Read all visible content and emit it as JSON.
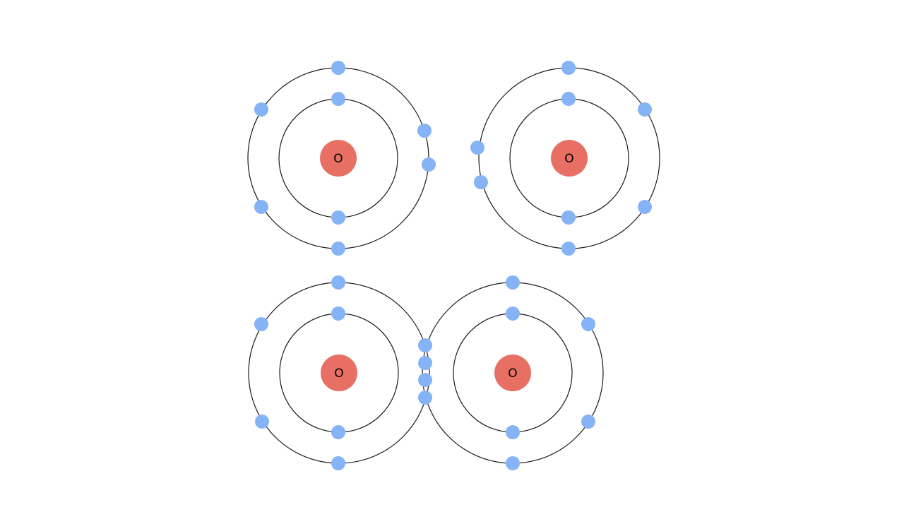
{
  "diagram": {
    "colors": {
      "background": "#ffffff",
      "shell": "#1a1a1a",
      "nucleus": "#e86f63",
      "electron": "#86b3f5",
      "label": "#000000"
    },
    "separate_atoms": [
      {
        "element": "O",
        "shells": [
          {
            "electrons": 2
          },
          {
            "electrons": 6
          }
        ]
      },
      {
        "element": "O",
        "shells": [
          {
            "electrons": 2
          },
          {
            "electrons": 6
          }
        ]
      }
    ],
    "bonded_molecule": {
      "atoms": [
        {
          "element": "O",
          "shells": [
            {
              "electrons": 2
            },
            {
              "electrons": 6
            }
          ]
        },
        {
          "element": "O",
          "shells": [
            {
              "electrons": 2
            },
            {
              "electrons": 6
            }
          ]
        }
      ],
      "shared_electrons": 4
    }
  }
}
